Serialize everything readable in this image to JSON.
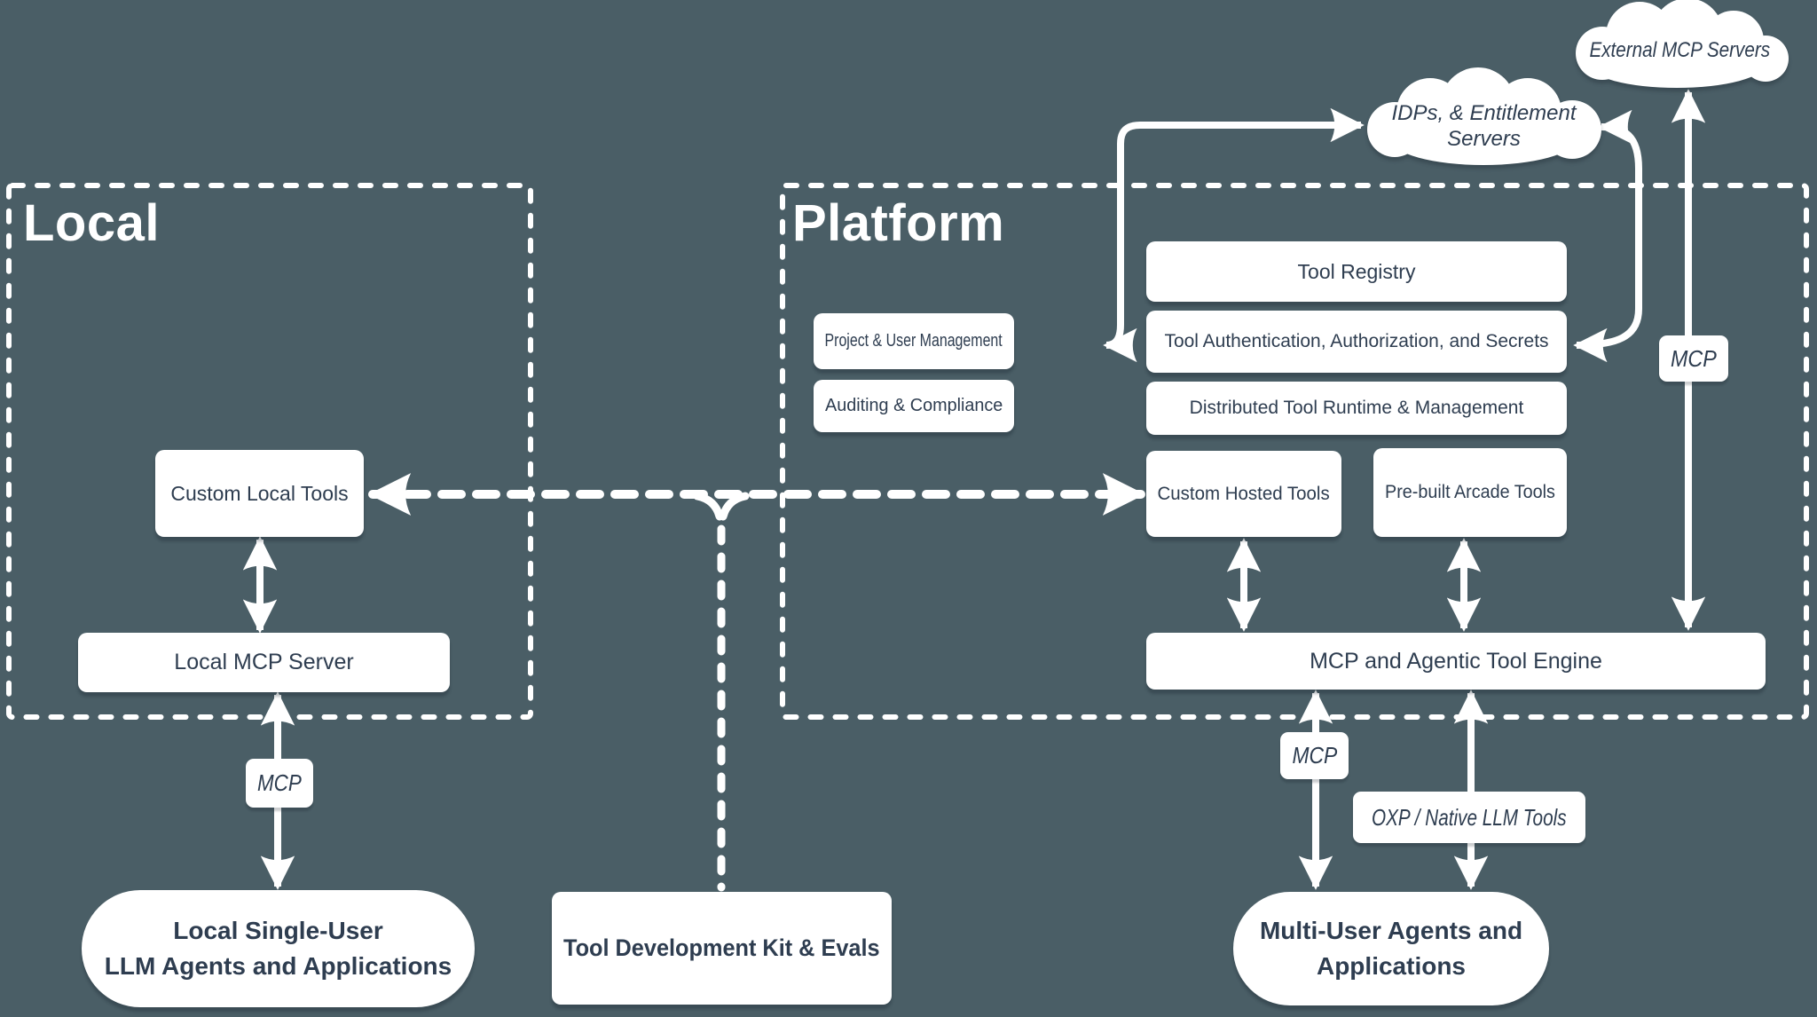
{
  "colors": {
    "background": "#4a5e66",
    "ink": "#2e3d50",
    "line": "#ffffff"
  },
  "regions": {
    "local": "Local",
    "platform": "Platform"
  },
  "clouds": {
    "external": "External MCP Servers",
    "idps_line1": "IDPs, & Entitlement",
    "idps_line2": "Servers"
  },
  "nodes": {
    "custom_local_tools": {
      "label": "Custom Local Tools"
    },
    "local_mcp_server": {
      "label": "Local MCP Server"
    },
    "project_user_management": {
      "label": "Project & User Management"
    },
    "auditing_compliance": {
      "label": "Auditing & Compliance"
    },
    "tool_registry": {
      "label": "Tool Registry"
    },
    "tool_auth": {
      "label": "Tool Authentication, Authorization, and Secrets"
    },
    "distributed_runtime": {
      "label": "Distributed Tool Runtime & Management"
    },
    "custom_hosted_tools": {
      "label": "Custom Hosted Tools"
    },
    "prebuilt_arcade_tools": {
      "label": "Pre-built Arcade Tools"
    },
    "engine": {
      "label": "MCP and Agentic Tool Engine"
    },
    "tool_dev_kit": {
      "label": "Tool Development Kit & Evals"
    }
  },
  "pills": {
    "local_agents": {
      "line1": "Local Single-User",
      "line2": "LLM Agents and Applications"
    },
    "multi_agents": {
      "line1": "Multi-User Agents and",
      "line2": "Applications"
    }
  },
  "badges": {
    "mcp": "MCP",
    "oxp": "OXP / Native LLM Tools"
  },
  "edges": [
    {
      "from": "custom_local_tools",
      "to": "local_mcp_server",
      "style": "solid",
      "bidirectional": true
    },
    {
      "from": "local_mcp_server",
      "to": "local_agents",
      "style": "solid",
      "bidirectional": true,
      "via": "MCP"
    },
    {
      "from": "custom_local_tools",
      "to": "custom_hosted_tools",
      "style": "dashed",
      "bidirectional": true
    },
    {
      "from": "tool_dev_kit",
      "to": "custom_local_tools_custom_hosted_tools_link",
      "style": "dashed-branch"
    },
    {
      "from": "custom_hosted_tools",
      "to": "engine",
      "style": "solid",
      "bidirectional": true
    },
    {
      "from": "prebuilt_arcade_tools",
      "to": "engine",
      "style": "solid",
      "bidirectional": true
    },
    {
      "from": "engine",
      "to": "multi_agents",
      "style": "solid",
      "bidirectional": true,
      "via": "MCP"
    },
    {
      "from": "engine",
      "to": "multi_agents",
      "style": "solid",
      "bidirectional": true,
      "via": "OXP / Native LLM Tools"
    },
    {
      "from": "engine",
      "to": "external_mcp_servers",
      "style": "solid",
      "bidirectional": true,
      "via": "MCP"
    },
    {
      "from": "project_user_management",
      "to": "idps_entitlement_servers",
      "style": "solid-elbow",
      "bidirectional": true
    },
    {
      "from": "tool_auth",
      "to": "idps_entitlement_servers",
      "style": "solid-elbow",
      "bidirectional": true
    }
  ]
}
